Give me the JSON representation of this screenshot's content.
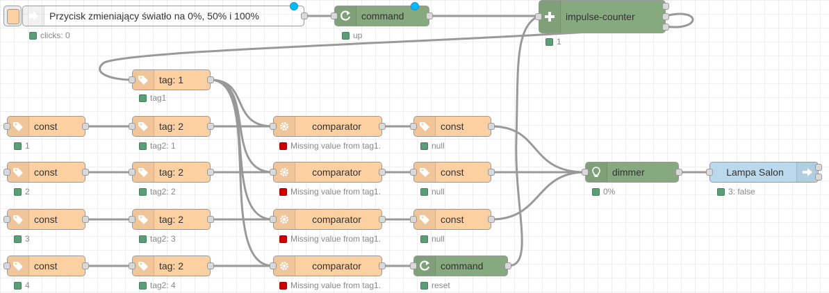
{
  "colors": {
    "function_node": "#fdd0a2",
    "command_node": "#87a980",
    "output_node": "#bbd9ec",
    "status_green": "#5a9e76",
    "status_red": "#cc0000",
    "wire": "#999999"
  },
  "inject": {
    "label": "Przycisk zmieniający światło na 0%, 50% i 100%",
    "status": "clicks: 0",
    "icon": "arrow-right-icon"
  },
  "cmd_up": {
    "label": "command",
    "status": "up",
    "icon": "refresh-icon"
  },
  "impulse": {
    "label": "impulse-counter",
    "status": "1",
    "icon": "plus-icon"
  },
  "tag1": {
    "label": "tag: 1",
    "status": "tag1",
    "icon": "tag-icon"
  },
  "rows": [
    {
      "const": "const",
      "const_status": "1",
      "tag2": "tag: 2",
      "tag2_status": "tag2: 1",
      "comparator": "comparator",
      "comparator_status": "Missing value from tag1.",
      "out": "const",
      "out_status": "null"
    },
    {
      "const": "const",
      "const_status": "2",
      "tag2": "tag: 2",
      "tag2_status": "tag2: 2",
      "comparator": "comparator",
      "comparator_status": "Missing value from tag1.",
      "out": "const",
      "out_status": "null"
    },
    {
      "const": "const",
      "const_status": "3",
      "tag2": "tag: 2",
      "tag2_status": "tag2: 3",
      "comparator": "comparator",
      "comparator_status": "Missing value from tag1.",
      "out": "const",
      "out_status": "null"
    },
    {
      "const": "const",
      "const_status": "4",
      "tag2": "tag: 2",
      "tag2_status": "tag2: 4",
      "comparator": "comparator",
      "comparator_status": "Missing value from tag1.",
      "out": "command",
      "out_status": "reset"
    }
  ],
  "dimmer": {
    "label": "dimmer",
    "status": "0%",
    "icon": "lightbulb-icon"
  },
  "lampa": {
    "label": "Lampa Salon",
    "status": "3: false",
    "icon": "arrow-right-icon"
  }
}
